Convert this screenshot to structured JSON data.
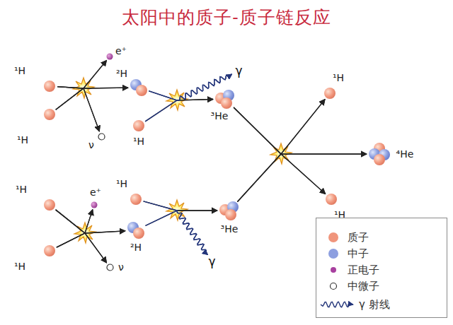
{
  "diagram": {
    "title": "太阳中的质子-质子链反应",
    "nodes": [
      {
        "text": [
          "¹H"
        ]
      },
      {
        "text": [
          "e⁺"
        ]
      },
      {
        "text": [
          "¹H"
        ]
      },
      {
        "text": [
          "ν"
        ]
      },
      {
        "text": [
          "²H"
        ]
      },
      {
        "text": [
          "¹H"
        ]
      },
      {
        "text": [
          "γ"
        ]
      },
      {
        "text": [
          "³He"
        ]
      },
      {
        "text": [
          "¹H"
        ]
      },
      {
        "text": [
          "⁴He"
        ]
      },
      {
        "text": [
          "¹H"
        ]
      },
      {
        "text": [
          "¹H"
        ]
      },
      {
        "text": [
          "e⁺"
        ]
      },
      {
        "text": [
          "¹H"
        ]
      },
      {
        "text": [
          "ν"
        ]
      },
      {
        "text": [
          "²H"
        ]
      },
      {
        "text": [
          "¹H"
        ]
      },
      {
        "text": [
          "³He"
        ]
      },
      {
        "text": [
          "γ"
        ]
      }
    ],
    "edges": [
      {
        "from": 0,
        "to": 4,
        "arrow": "to"
      },
      {
        "from": 2,
        "to": 4,
        "arrow": "to"
      },
      {
        "from": 0,
        "to": 1,
        "arrow": "to"
      },
      {
        "from": 2,
        "to": 1,
        "arrow": "to"
      },
      {
        "from": 0,
        "to": 3,
        "arrow": "to"
      },
      {
        "from": 2,
        "to": 3,
        "arrow": "to"
      },
      {
        "from": 4,
        "to": 7,
        "arrow": "to"
      },
      {
        "from": 5,
        "to": 7,
        "arrow": "to"
      },
      {
        "from": 4,
        "to": 6,
        "arrow": "to"
      },
      {
        "from": 5,
        "to": 6,
        "arrow": "to"
      },
      {
        "from": 7,
        "to": 8,
        "arrow": "to"
      },
      {
        "from": 7,
        "to": 9,
        "arrow": "to"
      },
      {
        "from": 7,
        "to": 10,
        "arrow": "to"
      },
      {
        "from": 17,
        "to": 8,
        "arrow": "to"
      },
      {
        "from": 17,
        "to": 9,
        "arrow": "to"
      },
      {
        "from": 17,
        "to": 10,
        "arrow": "to"
      },
      {
        "from": 11,
        "to": 15,
        "arrow": "to"
      },
      {
        "from": 13,
        "to": 15,
        "arrow": "to"
      },
      {
        "from": 11,
        "to": 12,
        "arrow": "to"
      },
      {
        "from": 13,
        "to": 12,
        "arrow": "to"
      },
      {
        "from": 11,
        "to": 14,
        "arrow": "to"
      },
      {
        "from": 13,
        "to": 14,
        "arrow": "to"
      },
      {
        "from": 15,
        "to": 17,
        "arrow": "to"
      },
      {
        "from": 16,
        "to": 17,
        "arrow": "to"
      },
      {
        "from": 15,
        "to": 18,
        "arrow": "to"
      },
      {
        "from": 16,
        "to": 18,
        "arrow": "to"
      }
    ],
    "legend": [
      {
        "text": "质子",
        "color": "#f0957c"
      },
      {
        "text": "中子",
        "color": "#8d9fe0"
      },
      {
        "text": "正电子",
        "color": "#a8409f"
      },
      {
        "text": "中微子"
      },
      {
        "text": "γ 射线"
      }
    ]
  }
}
